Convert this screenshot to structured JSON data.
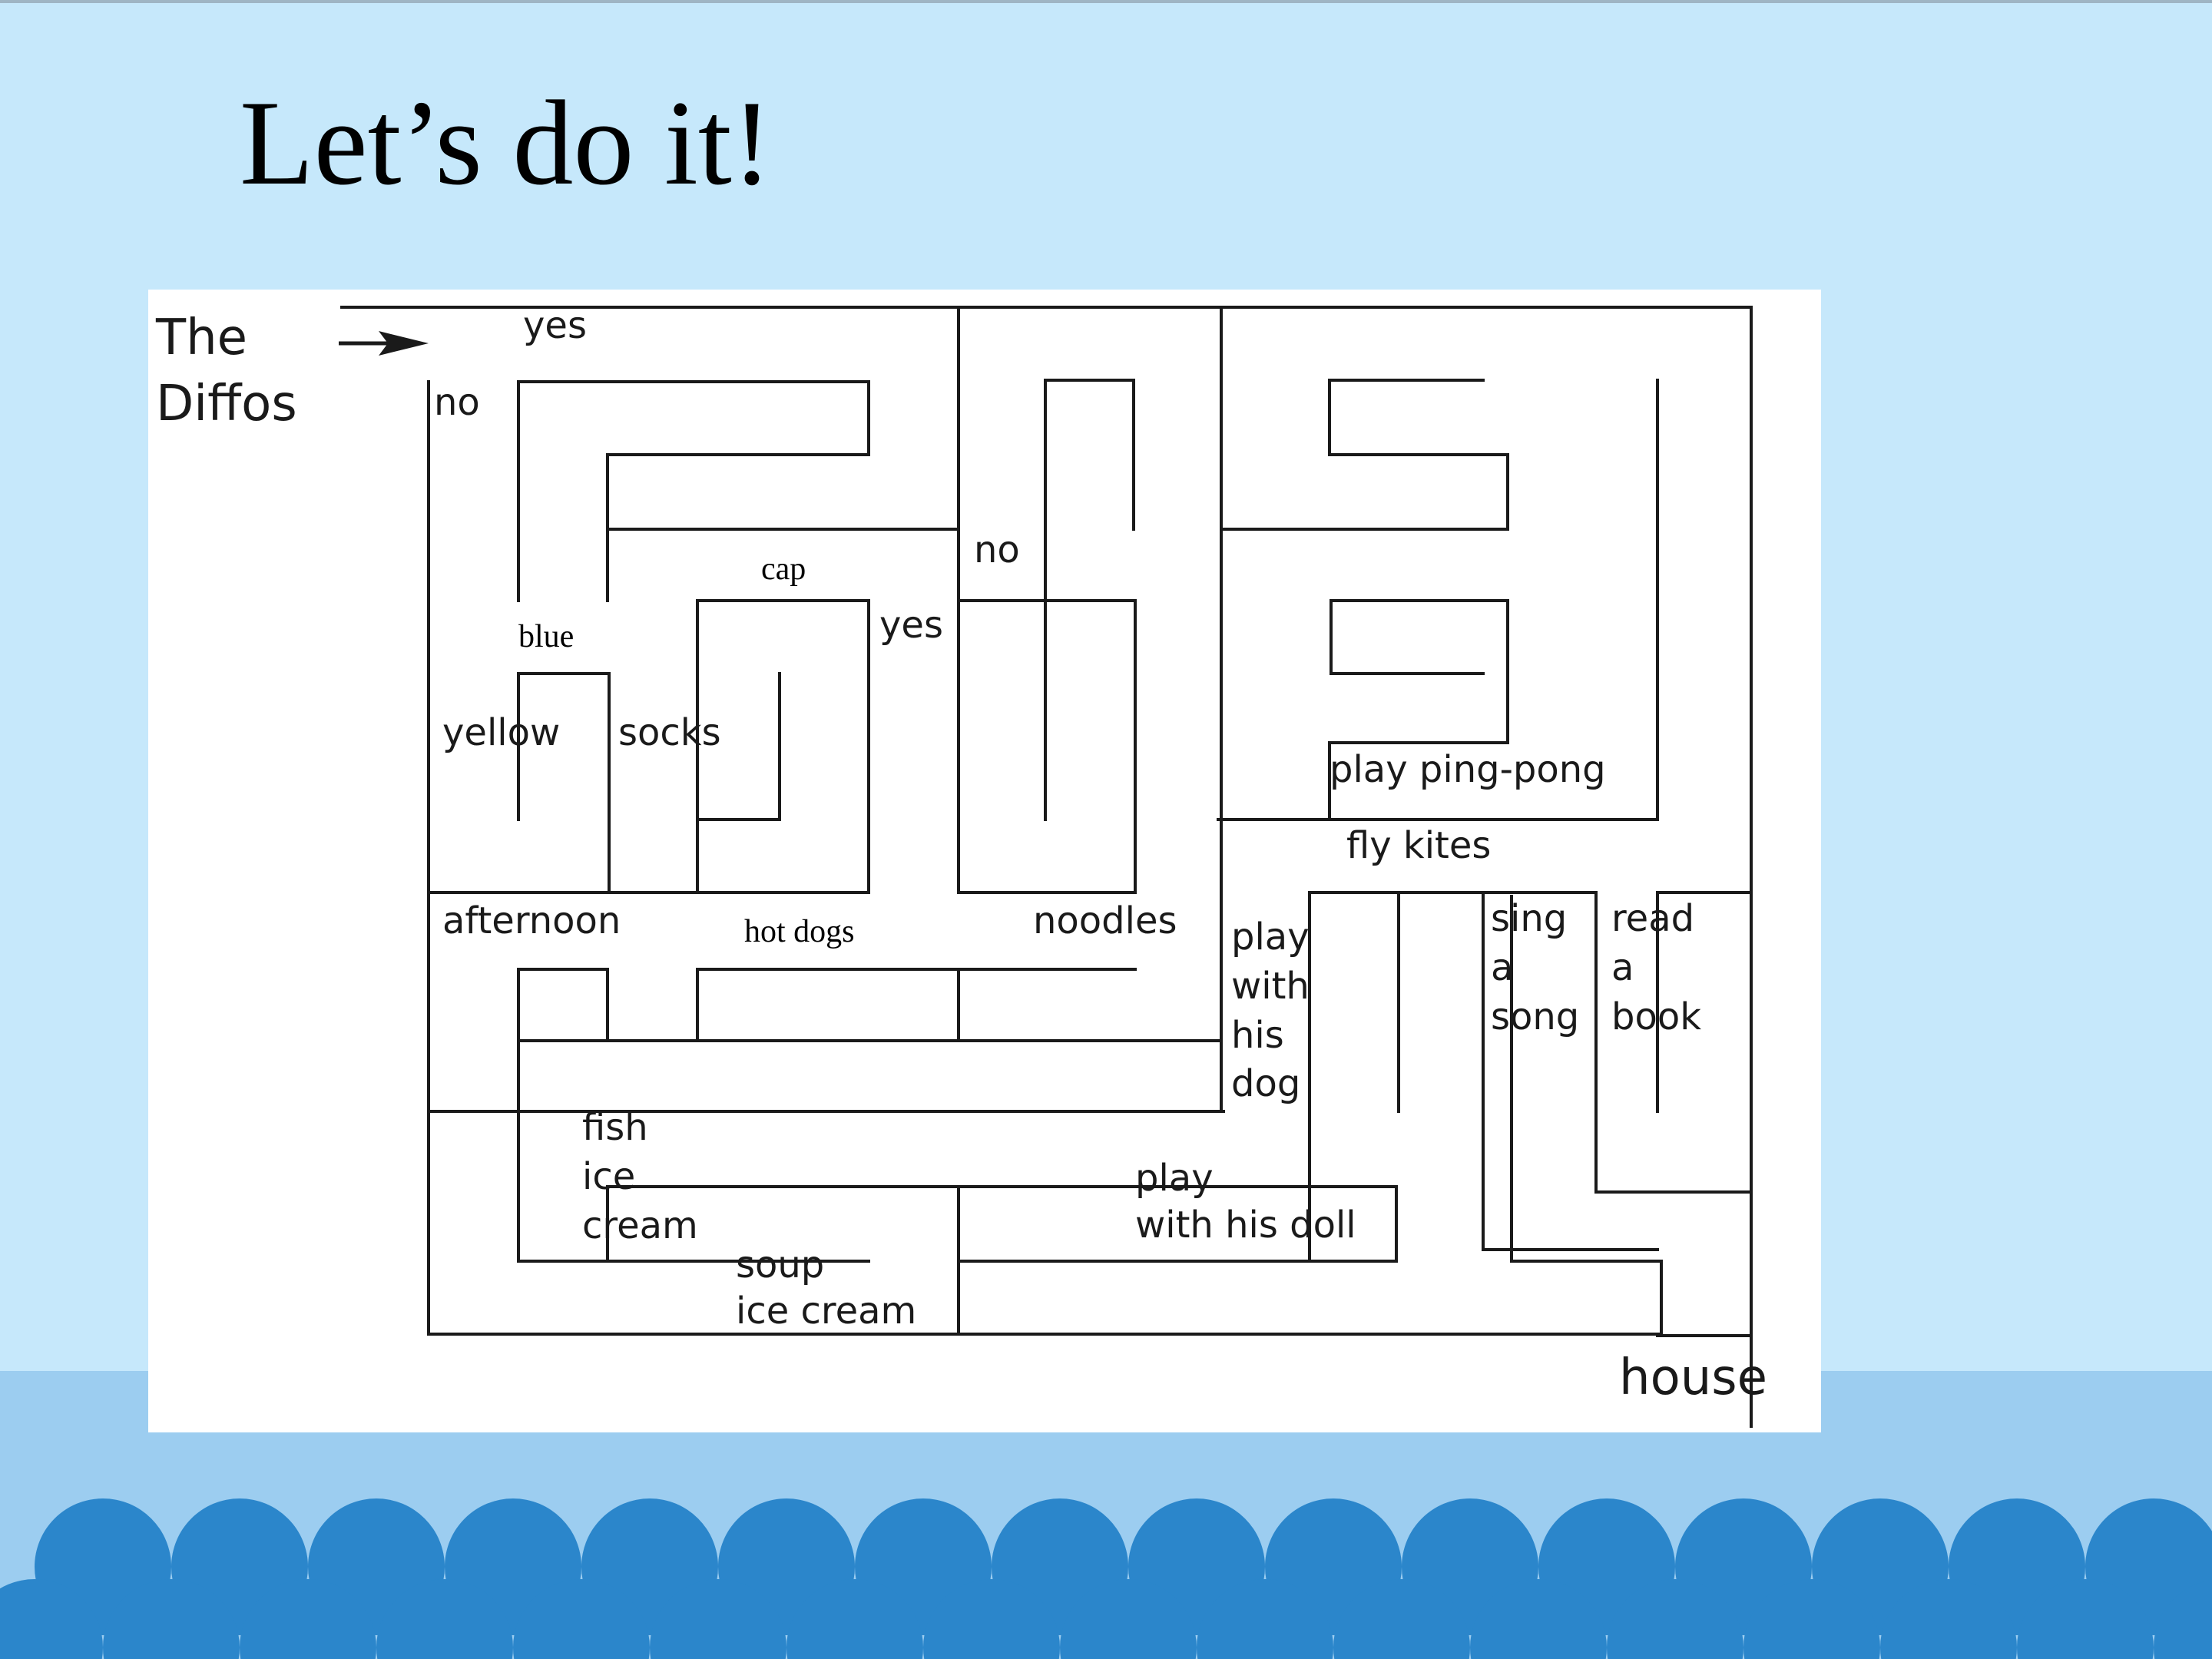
{
  "title": "Let’s do it!",
  "maze": {
    "start_label": "The\nDiffos",
    "end_label": "house",
    "labels": {
      "yes_top": "yes",
      "no_left": "no",
      "no_mid": "no",
      "cap": "cap",
      "yes_mid": "yes",
      "blue": "blue",
      "yellow": "yellow",
      "socks": "socks",
      "play_ping_pong": "play ping-pong",
      "fly_kites": "fly kites",
      "afternoon": "afternoon",
      "hot_dogs": "hot dogs",
      "noodles": "noodles",
      "play_with_his_dog": "play\nwith\nhis\ndog",
      "sing_a_song": "sing\na\nsong",
      "read_a_book": "read\na\nbook",
      "fish_ice_cream": "fish\nice\ncream",
      "play_with_his_doll": "play\nwith his doll",
      "soup_ice_cream": "soup\nice cream"
    }
  },
  "colors": {
    "background": "#c6e8fb",
    "bottom_band": "#9ccdf0",
    "scales": "#2b86cb",
    "maze_lines": "#1a1a1a"
  }
}
